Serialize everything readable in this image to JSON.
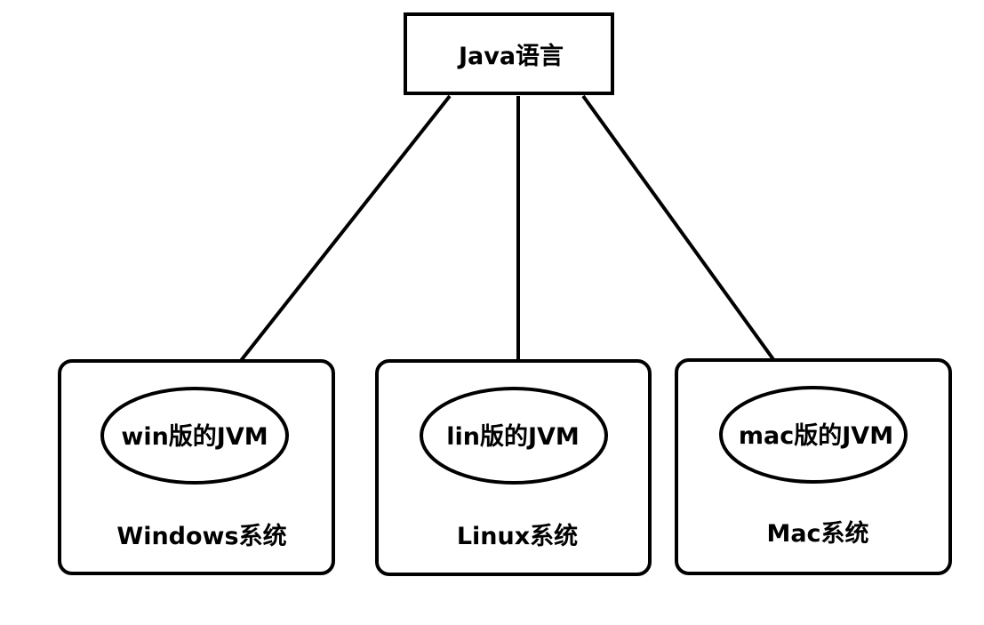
{
  "diagram": {
    "root": {
      "label": "Java语言"
    },
    "systems": [
      {
        "system_label": "Windows系统",
        "jvm_label": "win版的JVM"
      },
      {
        "system_label": "Linux系统",
        "jvm_label": "lin版的JVM"
      },
      {
        "system_label": "Mac系统",
        "jvm_label": "mac版的JVM"
      }
    ]
  }
}
